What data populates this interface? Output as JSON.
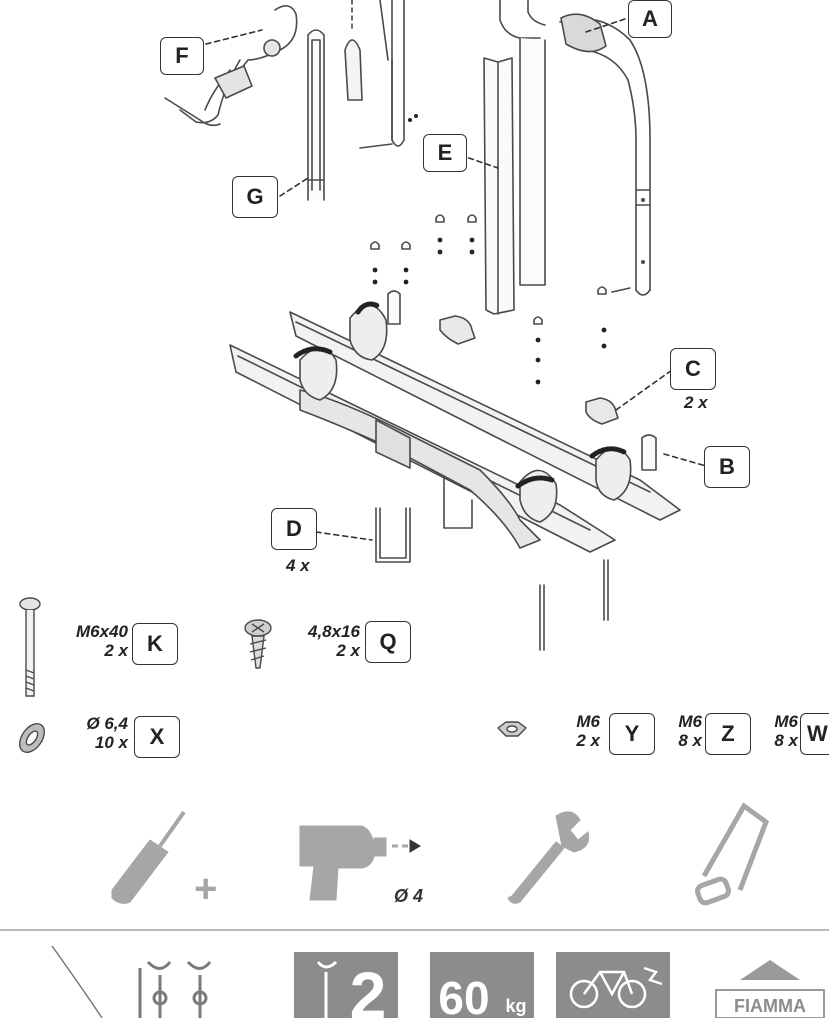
{
  "parts": [
    {
      "id": "A",
      "label": "A"
    },
    {
      "id": "B",
      "label": "B"
    },
    {
      "id": "C",
      "label": "C",
      "qty": "2 x"
    },
    {
      "id": "D",
      "label": "D",
      "qty": "4 x"
    },
    {
      "id": "E",
      "label": "E"
    },
    {
      "id": "F",
      "label": "F"
    },
    {
      "id": "G",
      "label": "G"
    }
  ],
  "hardware": [
    {
      "id": "K",
      "label": "K",
      "spec": "M6x40",
      "qty": "2 x"
    },
    {
      "id": "Q",
      "label": "Q",
      "spec": "4,8x16",
      "qty": "2 x"
    },
    {
      "id": "X",
      "label": "X",
      "spec": "Ø 6,4",
      "qty": "10 x"
    },
    {
      "id": "Y",
      "label": "Y",
      "spec": "M6",
      "qty": "2 x"
    },
    {
      "id": "Z",
      "label": "Z",
      "spec": "M6",
      "qty": "8 x"
    },
    {
      "id": "W",
      "label": "W",
      "spec": "M6",
      "qty": "8 x"
    }
  ],
  "tools": {
    "items": [
      "screwdriver-icon",
      "drill-icon",
      "wrench-icon",
      "hacksaw-icon"
    ],
    "plus": "+",
    "drill_bit": "Ø 4"
  },
  "badges": {
    "capacity_number": "2",
    "max_load_number": "60",
    "max_load_unit": "kg",
    "brand": "FIAMMA"
  },
  "colors": {
    "line": "#4a4a4a",
    "light_fill": "#efefef",
    "mid_fill": "#d9d9d9",
    "tool_fill": "#a6a6a6",
    "badge_fill": "#8c8c8c",
    "dark": "#222222"
  }
}
